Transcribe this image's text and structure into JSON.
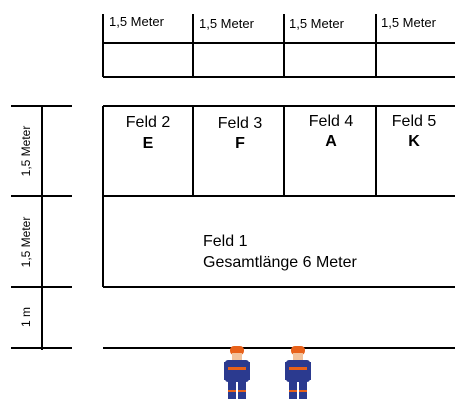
{
  "top_dimensions": [
    "1,5 Meter",
    "1,5 Meter",
    "1,5 Meter",
    "1,5 Meter"
  ],
  "side_dimensions": [
    "1,5 Meter",
    "1,5 Meter",
    "1 m"
  ],
  "fields": [
    {
      "name": "Feld 2",
      "letter": "E"
    },
    {
      "name": "Feld 3",
      "letter": "F"
    },
    {
      "name": "Feld 4",
      "letter": "A"
    },
    {
      "name": "Feld 5",
      "letter": "K"
    }
  ],
  "feld1": {
    "name": "Feld 1",
    "length": "Gesamtlänge 6 Meter"
  },
  "people": [
    {
      "icon": "person-figure-icon",
      "colors": {
        "uniform": "#2b3a8f",
        "helmet": "#e8611a",
        "accent": "#e8611a"
      }
    },
    {
      "icon": "person-figure-icon",
      "colors": {
        "uniform": "#2b3a8f",
        "helmet": "#e8611a",
        "accent": "#e8611a"
      }
    }
  ]
}
